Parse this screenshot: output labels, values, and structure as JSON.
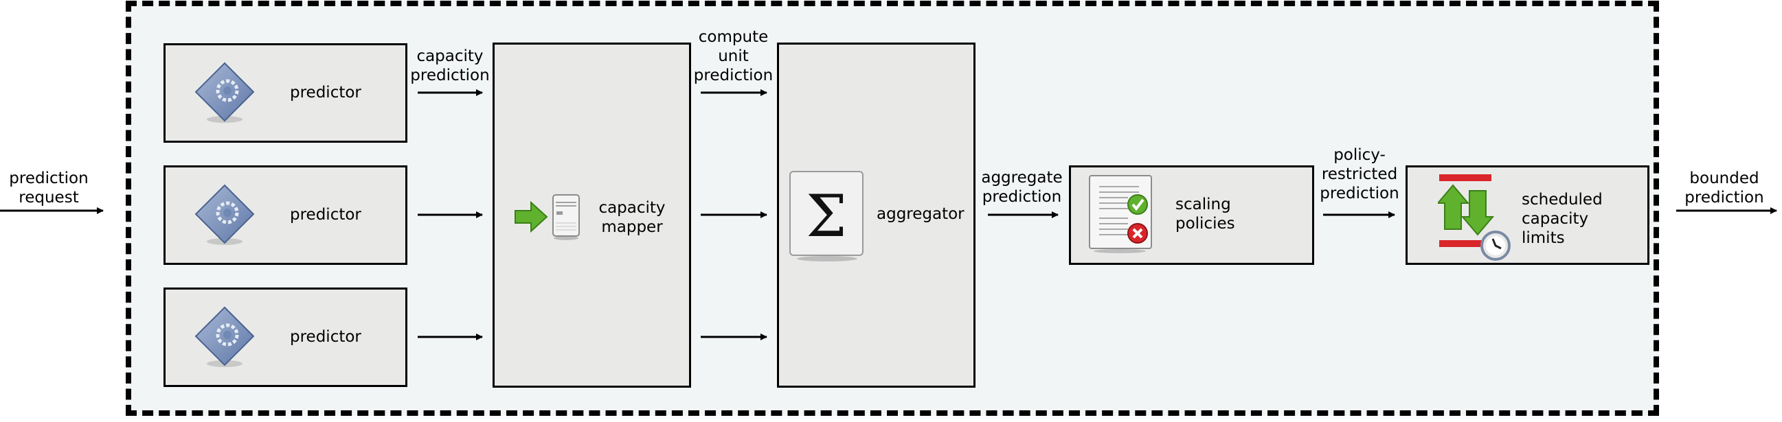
{
  "inputs": {
    "request": "prediction\nrequest"
  },
  "outputs": {
    "bounded": "bounded\nprediction"
  },
  "predictors": [
    "predictor",
    "predictor",
    "predictor"
  ],
  "edges": {
    "capacity_prediction": "capacity\nprediction",
    "compute_unit_prediction": "compute\nunit\nprediction",
    "aggregate_prediction": "aggregate\nprediction",
    "policy_restricted_prediction": "policy-\nrestricted\nprediction"
  },
  "nodes": {
    "capacity_mapper": "capacity\nmapper",
    "aggregator": "aggregator",
    "scaling_policies": "scaling\npolicies",
    "scheduled_limits": "scheduled\ncapacity\nlimits"
  },
  "icons": {
    "predictor": "gear-diamond-icon",
    "mapper_arrow": "green-arrow-icon",
    "mapper_server": "server-icon",
    "aggregator": "sigma-icon",
    "policies": "policy-document-icon",
    "limits": "scaling-arrows-clock-icon"
  },
  "colors": {
    "box_fill": "#e9eae8",
    "frame_fill": "#f2f5f6",
    "green": "#5fb12e",
    "red": "#d9262b"
  }
}
